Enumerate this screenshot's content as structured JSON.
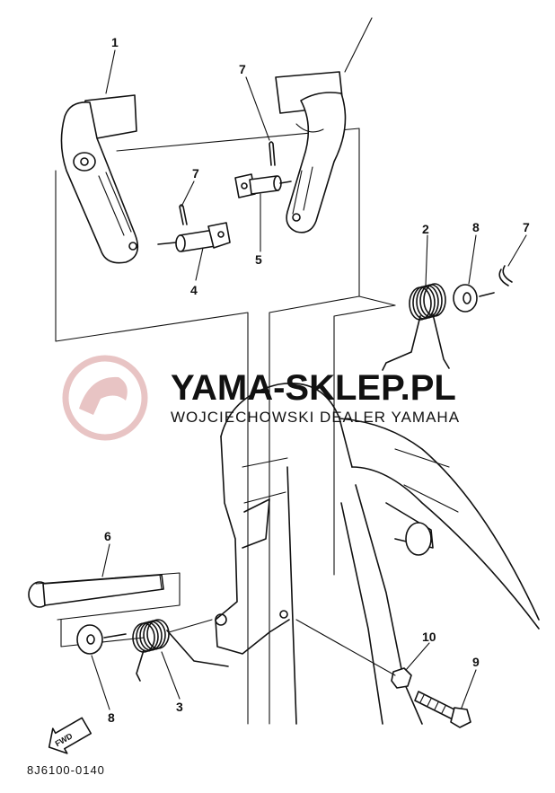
{
  "callouts": {
    "c1": "1",
    "c2": "2",
    "c3": "3",
    "c4": "4",
    "c5": "5",
    "c6": "6",
    "c7a": "7",
    "c7b": "7",
    "c7c": "7",
    "c8a": "8",
    "c8b": "8",
    "c9": "9",
    "c10": "10"
  },
  "watermark": {
    "title": "YAMA-SKLEP.PL",
    "subtitle": "WOJCIECHOWSKI DEALER YAMAHA",
    "color": "#e8c4c4"
  },
  "fwd_label": "FWD",
  "part_code": "8J6100-0140"
}
